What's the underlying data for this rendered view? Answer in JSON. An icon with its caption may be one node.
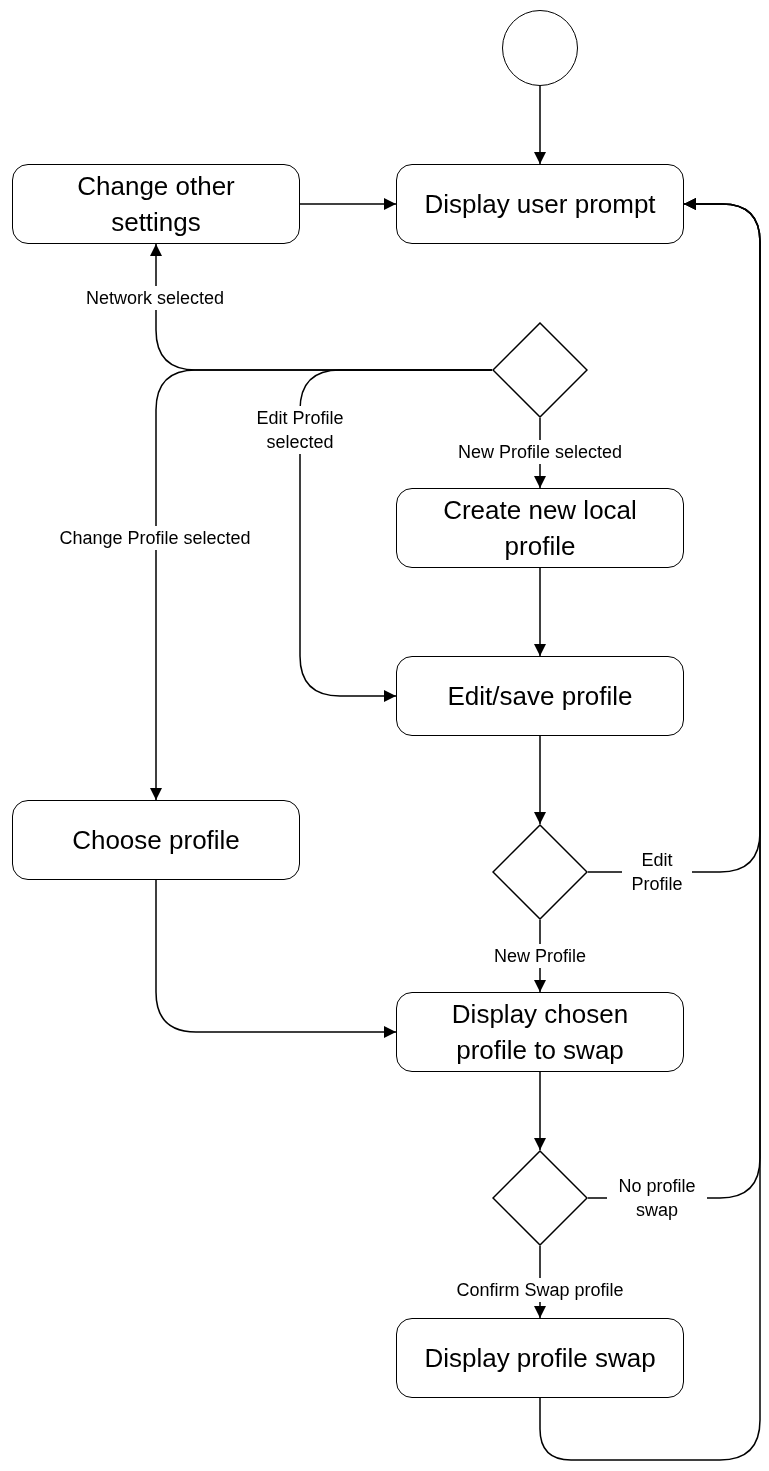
{
  "diagram": {
    "nodes": [
      {
        "text": [],
        "shape": "circle"
      },
      {
        "text": [
          "Change other settings"
        ]
      },
      {
        "text": [
          "Display user prompt"
        ]
      },
      {
        "text": [],
        "shape": "diamond"
      },
      {
        "text": [
          "Create new local profile"
        ]
      },
      {
        "text": [
          "Edit/save profile"
        ]
      },
      {
        "text": [
          "Choose profile"
        ]
      },
      {
        "text": [],
        "shape": "diamond"
      },
      {
        "text": [
          "Display chosen profile to swap"
        ]
      },
      {
        "text": [],
        "shape": "diamond"
      },
      {
        "text": [
          "Display profile swap"
        ]
      }
    ],
    "edges": [
      {
        "from": 0,
        "to": 2,
        "arrow": "to"
      },
      {
        "from": 1,
        "to": 2,
        "arrow": "to"
      },
      {
        "from": 3,
        "to": 1,
        "arrow": "to",
        "label": "Network selected"
      },
      {
        "from": 3,
        "to": 5,
        "arrow": "to",
        "label": "Edit Profile selected"
      },
      {
        "from": 3,
        "to": 6,
        "arrow": "to",
        "label": "Change Profile selected"
      },
      {
        "from": 3,
        "to": 4,
        "arrow": "to",
        "label": "New Profile selected"
      },
      {
        "from": 4,
        "to": 5,
        "arrow": "to"
      },
      {
        "from": 5,
        "to": 7,
        "arrow": "to"
      },
      {
        "from": 7,
        "to": 8,
        "arrow": "to",
        "label": "New Profile"
      },
      {
        "from": 7,
        "to": 2,
        "arrow": "to",
        "label": "Edit Profile"
      },
      {
        "from": 6,
        "to": 8,
        "arrow": "to"
      },
      {
        "from": 8,
        "to": 9,
        "arrow": "to"
      },
      {
        "from": 9,
        "to": 2,
        "arrow": "to",
        "label": "No profile swap"
      },
      {
        "from": 9,
        "to": 10,
        "arrow": "to",
        "label": "Confirm Swap profile"
      },
      {
        "from": 10,
        "to": 2,
        "arrow": "to"
      }
    ]
  }
}
